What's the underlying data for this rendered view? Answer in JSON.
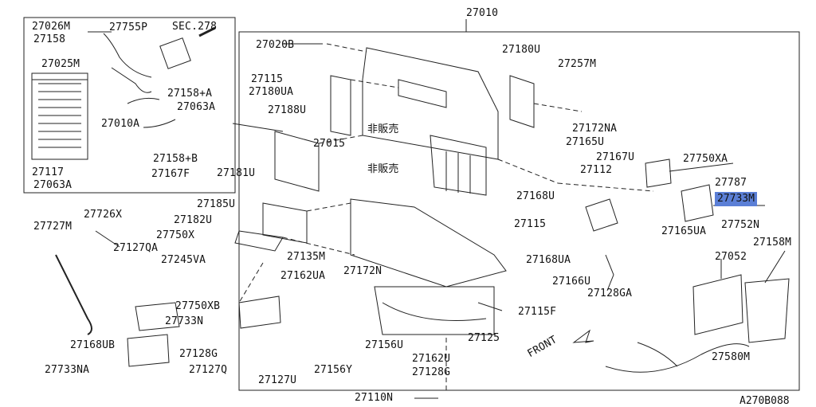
{
  "diagram": {
    "section_ref": "SEC.278",
    "jp_label": "非販売",
    "front_label": "FRONT",
    "code": "A270B088",
    "highlight_color": "#5b7fd6"
  },
  "parts": {
    "p27010": "27010",
    "p27026M": "27026M",
    "p27755P": "27755P",
    "p27158": "27158",
    "p27025M": "27025M",
    "p27115a": "27115",
    "p27158A": "27158+A",
    "p27063A_1": "27063A",
    "p27010A": "27010A",
    "p27158B": "27158+B",
    "p27117": "27117",
    "p27167F": "27167F",
    "p27063A_2": "27063A",
    "p27020B": "27020B",
    "p27180U": "27180U",
    "p27257M": "27257M",
    "p27180UA": "27180UA",
    "p27188U": "27188U",
    "p27015": "27015",
    "p27172NA": "27172NA",
    "p27165U": "27165U",
    "p27167U": "27167U",
    "p27750XA": "27750XA",
    "p27181U": "27181U",
    "p27112": "27112",
    "p27787": "27787",
    "p27733M": "27733M",
    "p27168U": "27168U",
    "p27185U": "27185U",
    "p27726X": "27726X",
    "p27727M": "27727M",
    "p27182U": "27182U",
    "p27115b": "27115",
    "p27752N": "27752N",
    "p27165UA": "27165UA",
    "p27750X": "27750X",
    "p27127QA": "27127QA",
    "p27158M": "27158M",
    "p27052": "27052",
    "p27135M": "27135M",
    "p27168UA": "27168UA",
    "p27245VA": "27245VA",
    "p27172N": "27172N",
    "p27162UA": "27162UA",
    "p27166U": "27166U",
    "p27128GA": "27128GA",
    "p27750XB": "27750XB",
    "p27733N": "27733N",
    "p27115F": "27115F",
    "p27125": "27125",
    "p27168UB": "27168UB",
    "p27156U": "27156U",
    "p27128G_1": "27128G",
    "p27162U": "27162U",
    "p27580M": "27580M",
    "p27733NA": "27733NA",
    "p27127Q": "27127Q",
    "p27156Y": "27156Y",
    "p27128G_2": "27128G",
    "p27127U": "27127U",
    "p27110N": "27110N"
  }
}
